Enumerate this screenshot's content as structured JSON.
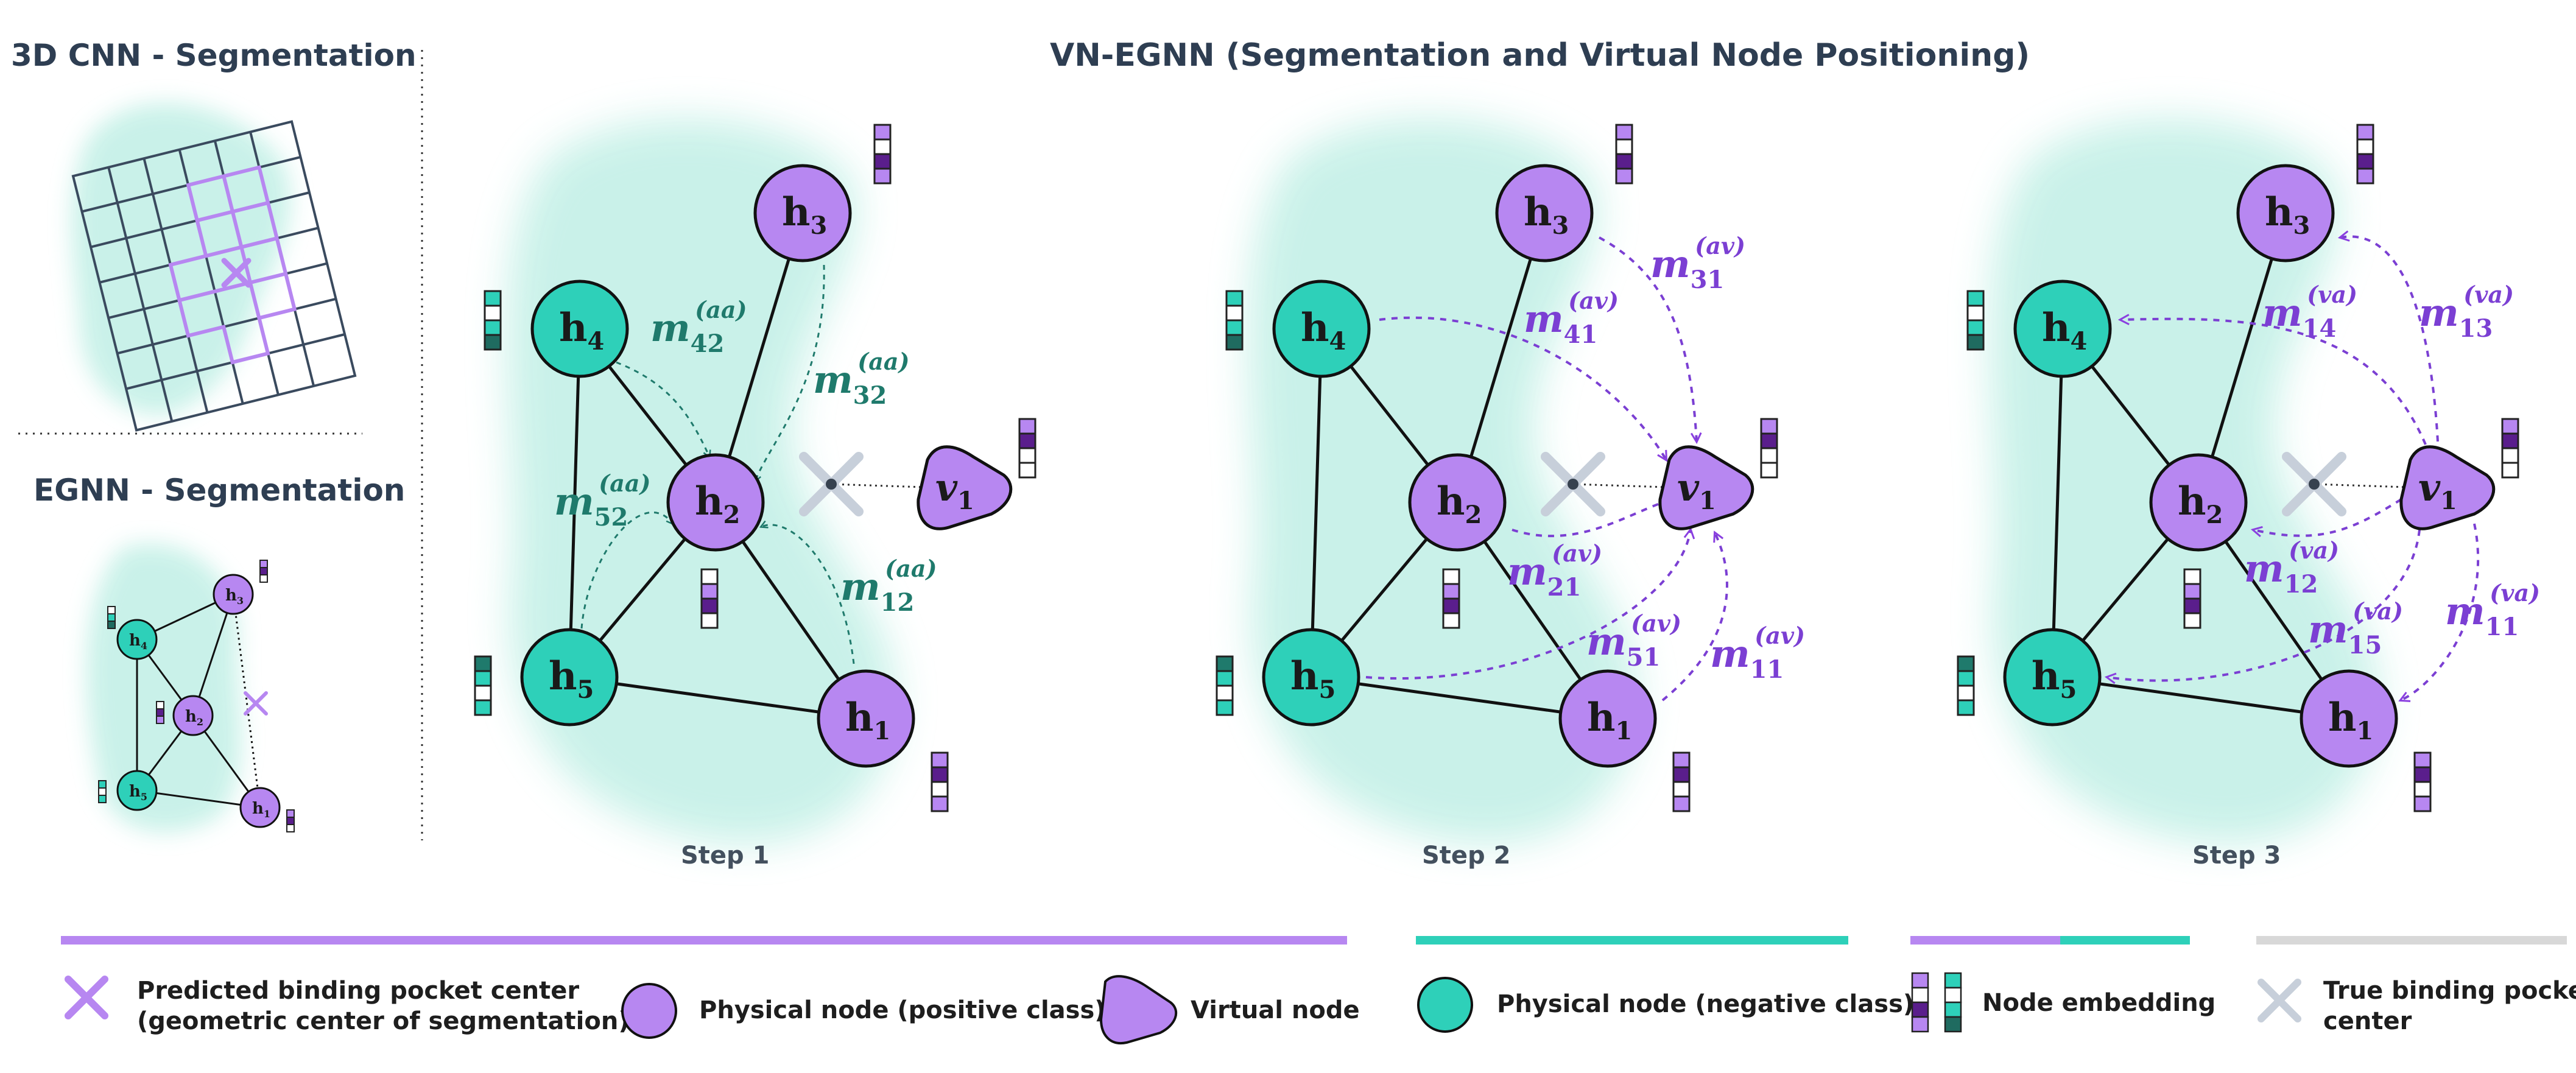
{
  "titles": {
    "cnn": "3D CNN - Segmentation",
    "egnn": "EGNN - Segmentation",
    "vn": "VN-EGNN  (Segmentation and Virtual Node Positioning)"
  },
  "steps": [
    "Step 1",
    "Step 2",
    "Step 3"
  ],
  "nodes": {
    "h": "h",
    "v": "v",
    "h1": "1",
    "h2": "2",
    "h3": "3",
    "h4": "4",
    "h5": "5",
    "v1": "1"
  },
  "messages": {
    "step1": [
      {
        "label": "m",
        "sub": "42",
        "sup": "(aa)"
      },
      {
        "label": "m",
        "sub": "32",
        "sup": "(aa)"
      },
      {
        "label": "m",
        "sub": "52",
        "sup": "(aa)"
      },
      {
        "label": "m",
        "sub": "12",
        "sup": "(aa)"
      }
    ],
    "step2": [
      {
        "label": "m",
        "sub": "31",
        "sup": "(av)"
      },
      {
        "label": "m",
        "sub": "41",
        "sup": "(av)"
      },
      {
        "label": "m",
        "sub": "21",
        "sup": "(av)"
      },
      {
        "label": "m",
        "sub": "51",
        "sup": "(av)"
      },
      {
        "label": "m",
        "sub": "11",
        "sup": "(av)"
      }
    ],
    "step3": [
      {
        "label": "m",
        "sub": "14",
        "sup": "(va)"
      },
      {
        "label": "m",
        "sub": "13",
        "sup": "(va)"
      },
      {
        "label": "m",
        "sub": "12",
        "sup": "(va)"
      },
      {
        "label": "m",
        "sub": "15",
        "sup": "(va)"
      },
      {
        "label": "m",
        "sub": "11",
        "sup": "(va)"
      }
    ]
  },
  "legend": {
    "predicted_line1": "Predicted binding pocket center",
    "predicted_line2": "(geometric center of segmentation)",
    "positive": "Physical node (positive class)",
    "virtual": "Virtual node",
    "negative": "Physical node (negative class)",
    "embedding": "Node embedding",
    "true_line1": "True binding pocket",
    "true_line2": "center"
  },
  "colors": {
    "purple": "#b787f1",
    "purple_dark": "#7b3fd3",
    "teal": "#2ed0b9",
    "teal_dark": "#1f7a6c",
    "embed_dark_purple": "#5a1e8c",
    "embed_dark_teal": "#1f6b60",
    "gray_cross": "#c7cfda",
    "surface": "#c7f1e8"
  },
  "icons": [
    "cross-icon",
    "circle-node-icon",
    "triangle-node-icon",
    "embedding-icon"
  ]
}
